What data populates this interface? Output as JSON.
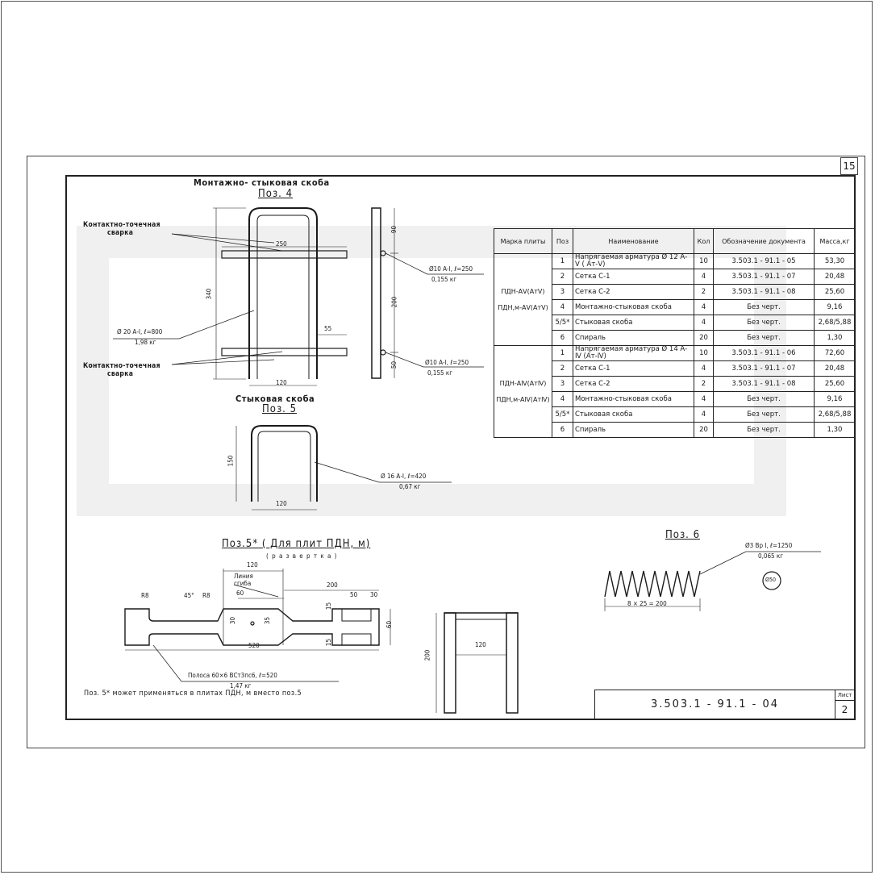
{
  "sheet_number": "15",
  "titles": {
    "pos4_title": "Монтажно- стыковая скоба",
    "pos4": "Поз. 4",
    "pos5_title": "Стыковая скоба",
    "pos5": "Поз. 5",
    "pos5s": "Поз.5* ( Для плит ПДН, м)",
    "pos5s_sub": "( р а з в е р т к а )",
    "pos6": "Поз. 6"
  },
  "labels": {
    "weld1": "Контактно-точечная",
    "weld1b": "сварка",
    "weld2": "Контактно-точечная",
    "weld2b": "сварка",
    "bar20": "Ø 20 А-I, ℓ=800",
    "bar20w": "1,98 кг",
    "bar10a": "Ø10 А-I, ℓ=250",
    "bar10aw": "0,155 кг",
    "bar10b": "Ø10 А-I, ℓ=250",
    "bar10bw": "0,155 кг",
    "bar16": "Ø 16 А-I, ℓ=420",
    "bar16w": "0,67 кг",
    "strip": "Полоса 60×6 ВСт3пс6, ℓ=520",
    "stripw": "1,47 кг",
    "spiral": "Ø3 Вр I, ℓ=1250",
    "spiralw": "0,065 кг",
    "spiral_dim": "8 × 25 = 200",
    "spiral_d": "Ø50",
    "bend_line": "Линия сгиба",
    "note": "Поз. 5* может применяться в плитах ПДН, м вместо поз.5"
  },
  "dims": {
    "d250": "250",
    "d340": "340",
    "d55": "55",
    "d120a": "120",
    "d90": "90",
    "d200": "200",
    "d50": "50",
    "d150": "150",
    "d120b": "120",
    "d120c": "120",
    "d200b": "200",
    "d60": "60",
    "d45": "45°",
    "r8a": "R8",
    "r8b": "R8",
    "d30": "30",
    "d35": "35",
    "d15a": "15",
    "d15b": "15",
    "d50b": "50",
    "d30b": "30",
    "d60b": "60",
    "d520": "520",
    "d120d": "120",
    "d200c": "200"
  },
  "table": {
    "headers": [
      "Марка плиты",
      "Поз",
      "Наименование",
      "Кол",
      "Обозначение документа",
      "Масса,кг"
    ],
    "groups": [
      {
        "mark1": "ПДН-АⅤ(АтⅤ)",
        "mark2": "ПДН,м-АⅤ(АтⅤ)",
        "rows": [
          {
            "pos": "1",
            "name": "Напрягаемая арматура Ø 12 А-Ⅴ ( Ат-Ⅴ)",
            "qty": "10",
            "doc": "3.503.1 - 91.1 - 05",
            "mass": "53,30"
          },
          {
            "pos": "2",
            "name": "Сетка С-1",
            "qty": "4",
            "doc": "3.503.1 - 91.1 - 07",
            "mass": "20,48"
          },
          {
            "pos": "3",
            "name": "Сетка С-2",
            "qty": "2",
            "doc": "3.503.1 - 91.1 - 08",
            "mass": "25,60"
          },
          {
            "pos": "4",
            "name": "Монтажно-стыковая скоба",
            "qty": "4",
            "doc": "Без черт.",
            "mass": "9,16"
          },
          {
            "pos": "5/5*",
            "name": "Стыковая скоба",
            "qty": "4",
            "doc": "Без черт.",
            "mass": "2,68/5,88"
          },
          {
            "pos": "6",
            "name": "Спираль",
            "qty": "20",
            "doc": "Без черт.",
            "mass": "1,30"
          }
        ]
      },
      {
        "mark1": "ПДН-АⅣ(АтⅣ)",
        "mark2": "ПДН,м-АⅣ(АтⅣ)",
        "rows": [
          {
            "pos": "1",
            "name": "Напрягаемая арматура Ø 14 А-Ⅳ (Ат-Ⅳ)",
            "qty": "10",
            "doc": "3.503.1 - 91.1 - 06",
            "mass": "72,60"
          },
          {
            "pos": "2",
            "name": "Сетка С-1",
            "qty": "4",
            "doc": "3.503.1 - 91.1 - 07",
            "mass": "20,48"
          },
          {
            "pos": "3",
            "name": "Сетка С-2",
            "qty": "2",
            "doc": "3.503.1 - 91.1 - 08",
            "mass": "25,60"
          },
          {
            "pos": "4",
            "name": "Монтажно-стыковая скоба",
            "qty": "4",
            "doc": "Без черт.",
            "mass": "9,16"
          },
          {
            "pos": "5/5*",
            "name": "Стыковая скоба",
            "qty": "4",
            "doc": "Без черт.",
            "mass": "2,68/5,88"
          },
          {
            "pos": "6",
            "name": "Спираль",
            "qty": "20",
            "doc": "Без черт.",
            "mass": "1,30"
          }
        ]
      }
    ]
  },
  "stamp": {
    "code": "3.503.1 - 91.1 - 04",
    "list_label": "Лист",
    "list_value": "2"
  }
}
